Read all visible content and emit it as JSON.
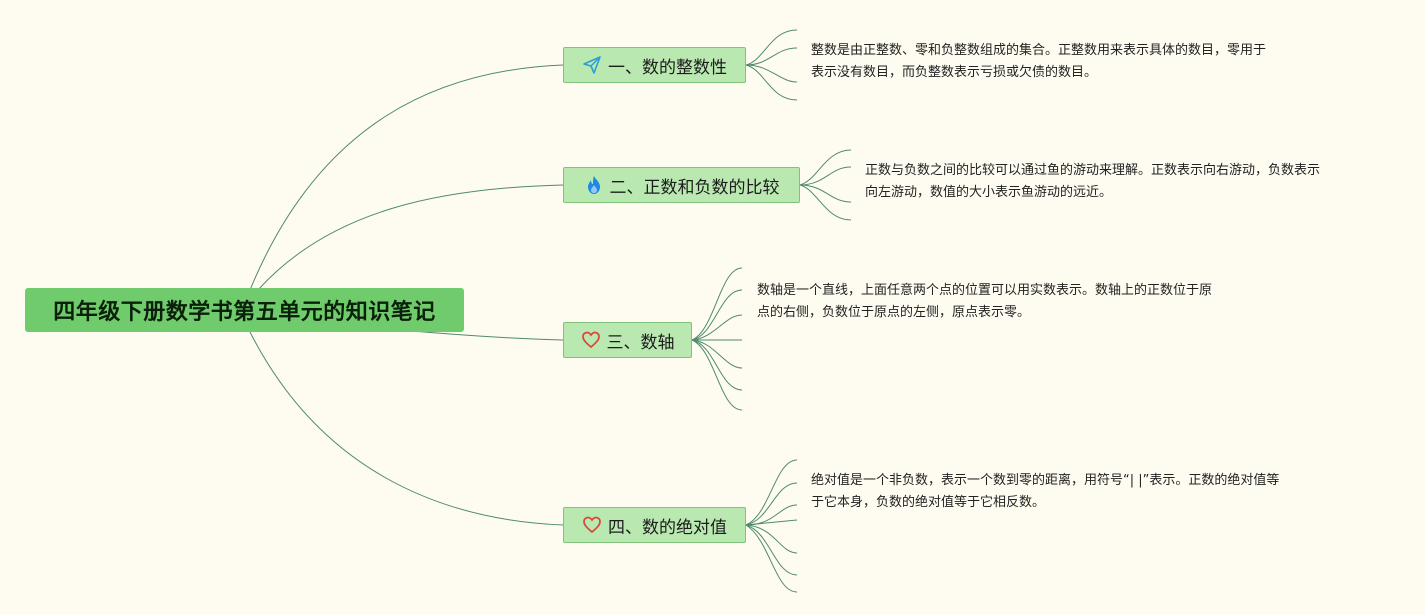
{
  "central_topic": "四年级下册数学书第五单元的知识笔记",
  "branches": [
    {
      "label": "一、数的整数性",
      "icon": "paper-plane-icon",
      "note": [
        "整数是由正整数、零和负整数组成的集合。正整数用来表示具体的数目，零用于",
        "表示没有数目，而负整数表示亏损或欠债的数目。"
      ]
    },
    {
      "label": "二、正数和负数的比较",
      "icon": "fire-icon",
      "note": [
        "正数与负数之间的比较可以通过鱼的游动来理解。正数表示向右游动，负数表示",
        "向左游动，数值的大小表示鱼游动的远近。"
      ]
    },
    {
      "label": "三、数轴",
      "icon": "heart-icon",
      "note": [
        "数轴是一个直线，上面任意两个点的位置可以用实数表示。数轴上的正数位于原",
        "点的右侧，负数位于原点的左侧，原点表示零。"
      ]
    },
    {
      "label": "四、数的绝对值",
      "icon": "heart-icon",
      "note": [
        "绝对值是一个非负数，表示一个数到零的距离，用符号“| |”表示。正数的绝对值等",
        "于它本身，负数的绝对值等于它相反数。"
      ]
    }
  ],
  "colors": {
    "background": "#fefcf1",
    "central_fill": "#6fcb6b",
    "topic_fill": "#b9e8b0",
    "topic_border": "#7fc47a",
    "line": "#4f8a6b"
  }
}
